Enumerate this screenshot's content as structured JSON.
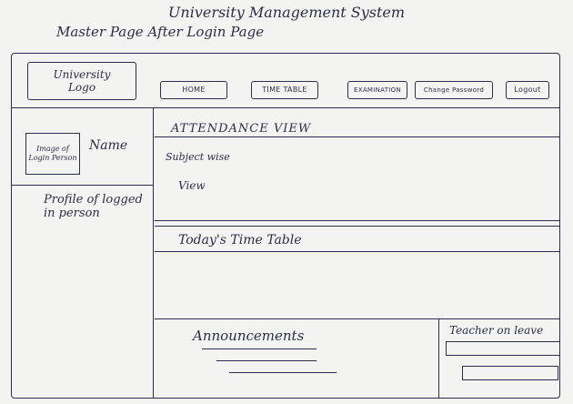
{
  "app_title": "University Management System",
  "page_caption": "Master Page   After Login Page",
  "header": {
    "logo_line1": "University",
    "logo_line2": "Logo",
    "nav": [
      {
        "label": "HOME"
      },
      {
        "label": "TIME TABLE"
      },
      {
        "label": "EXAMINATION"
      },
      {
        "label": "Change Password"
      },
      {
        "label": "Logout"
      }
    ]
  },
  "sidebar": {
    "image_placeholder": "Image of Login Person",
    "name": "Name",
    "profile_text": "Profile of logged in person"
  },
  "main": {
    "attendance_title": "ATTENDANCE VIEW",
    "subject_wise": "Subject wise",
    "view_label": "View",
    "timetable_title": "Today's Time Table",
    "announcements_title": "Announcements",
    "teacher_leave_title": "Teacher on leave"
  }
}
